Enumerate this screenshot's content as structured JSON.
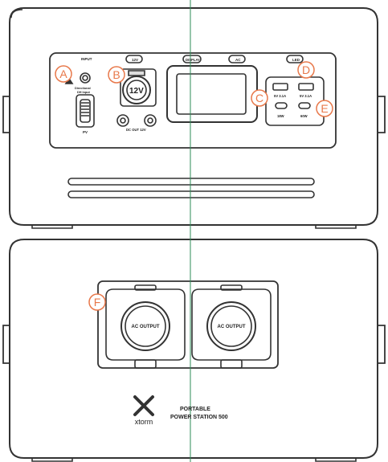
{
  "front_panel": {
    "input_label": "INPUT",
    "bidirectional_label_line1": "Directional",
    "bidirectional_label_line2": "DH Input",
    "pv_label": "PV",
    "btn_12v": "12V",
    "btn_display": "DISPLAY",
    "btn_ac": "AC",
    "btn_led": "LED",
    "socket_12v": "12V",
    "dc_out_label": "DC OUT 12V",
    "usb_a1_label": "5V 3.1A",
    "usb_a2_label": "5V 3.1A",
    "usb_c1_label": "18W",
    "usb_c2_label": "60W"
  },
  "callouts": {
    "a": "A",
    "b": "B",
    "c": "C",
    "d": "D",
    "e": "E",
    "f": "F"
  },
  "back_panel": {
    "ac_output_1": "AC OUTPUT",
    "ac_output_2": "AC OUTPUT",
    "brand": "xtorm",
    "product_line1": "PORTABLE",
    "product_line2": "POWER STATION 500"
  },
  "colors": {
    "outline": "#333333",
    "callout": "#e8784a",
    "guide_line": "#2e8b57"
  }
}
